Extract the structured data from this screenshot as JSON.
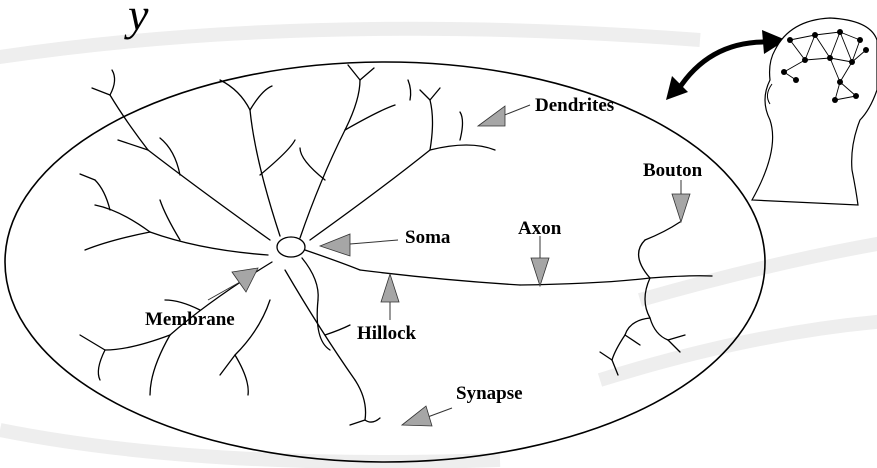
{
  "title_fragment": "y",
  "colors": {
    "ink": "#000000",
    "arrow_fill": "#a6a6a6",
    "background_swirl": "#eeeeee"
  },
  "labels": {
    "dendrites": "Dendrites",
    "bouton": "Bouton",
    "soma": "Soma",
    "axon": "Axon",
    "membrane": "Membrane",
    "hillock": "Hillock",
    "synapse": "Synapse"
  },
  "icons": {
    "head": "human-head-with-network-icon",
    "link": "curved-double-arrow-icon"
  }
}
